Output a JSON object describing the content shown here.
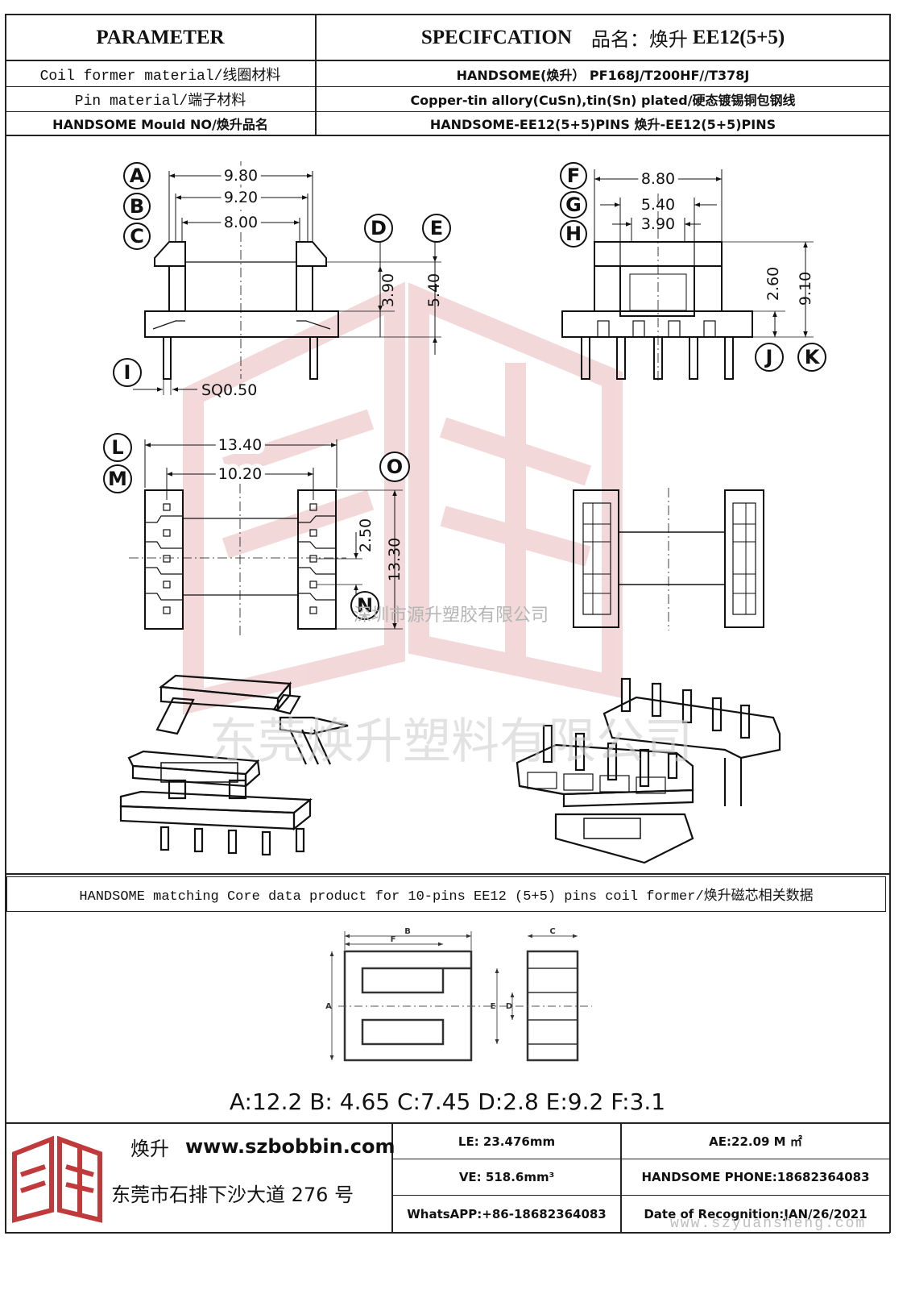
{
  "header": {
    "left": "PARAMETER",
    "spec_label": "SPECIFCATION",
    "product_label": "品名：焕升",
    "product_model": "EE12(5+5)"
  },
  "spec_rows": [
    {
      "label": "Coil former material/线圈材料",
      "value": "HANDSOME(焕升）  PF168J/T200HF//T378J"
    },
    {
      "label": "Pin material/端子材料",
      "value": "Copper-tin allory(CuSn),tin(Sn) plated/硬态镀锡铜包钢线"
    },
    {
      "label": "HANDSOME Mould NO/焕升品名",
      "value": "HANDSOME-EE12(5+5)PINS   焕升-EE12(5+5)PINS"
    }
  ],
  "drawing": {
    "callouts": [
      "A",
      "B",
      "C",
      "D",
      "E",
      "F",
      "G",
      "H",
      "I",
      "J",
      "K",
      "L",
      "M",
      "N",
      "O"
    ],
    "dims": {
      "a": "9.80",
      "b": "9.20",
      "c": "8.00",
      "d": "3.90",
      "e": "5.40",
      "f": "8.80",
      "g": "5.40",
      "h": "3.90",
      "j": "2.60",
      "k": "9.10",
      "i": "SQ0.50",
      "l": "13.40",
      "m": "10.20",
      "n": "2.50",
      "o": "13.30"
    },
    "watermark_cn1": "深圳市源升塑胶有限公司",
    "watermark_cn2": "东莞焕升塑料有限公司"
  },
  "core_section": {
    "title": "HANDSOME matching Core data  product for 10-pins EE12 (5+5) pins coil former/焕升磁芯相关数据",
    "labels": [
      "A",
      "B",
      "C",
      "D",
      "E",
      "F"
    ],
    "values": "A:12.2 B: 4.65 C:7.45 D:2.8 E:9.2 F:3.1"
  },
  "footer": {
    "brand": "焕升",
    "website": "www.szbobbin.com",
    "address": "东莞市石排下沙大道 276 号",
    "le": "LE: 23.476mm",
    "ae": "AE:22.09 M ㎡",
    "ve": "VE: 518.6mm³",
    "phone": "HANDSOME PHONE:18682364083",
    "whatsapp": "WhatsAPP:+86-18682364083",
    "date": "Date of Recognition:JAN/26/2021",
    "watermark_url": "www.szyuansheng.com"
  }
}
